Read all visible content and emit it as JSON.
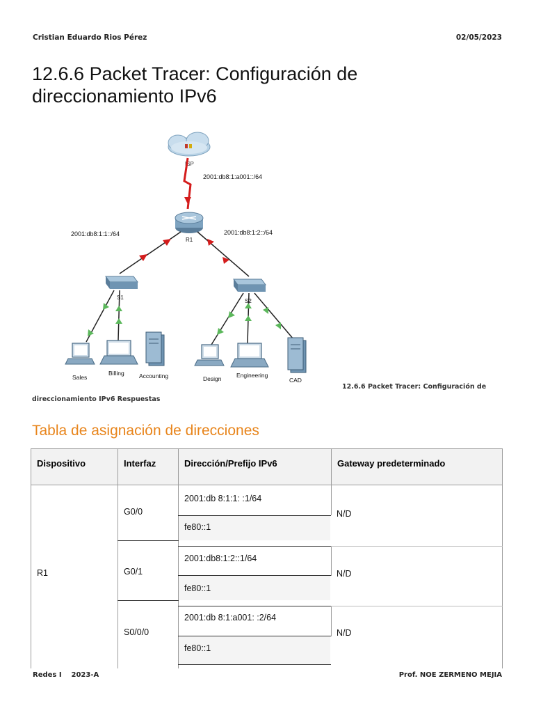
{
  "header": {
    "author": "Cristian Eduardo Rios Pérez",
    "date": "02/05/2023"
  },
  "title": "12.6.6 Packet Tracer: Configuración de direccionamiento IPv6",
  "diagram": {
    "isp_label": "ISP",
    "isp_link": "2001:db8:1:a001::/64",
    "router_label": "R1",
    "left_link": "2001:db8:1:1::/64",
    "right_link": "2001:db8:1:2::/64",
    "s1_label": "S1",
    "s2_label": "S2",
    "devices": [
      "Sales",
      "Billing",
      "Accounting",
      "Design",
      "Engineering",
      "CAD"
    ]
  },
  "caption": {
    "line1": "12.6.6 Packet Tracer: Configuración de",
    "line2": "direccionamiento IPv6 Respuestas"
  },
  "section_title": "Tabla de asignación de direcciones",
  "table": {
    "headers": [
      "Dispositivo",
      "Interfaz",
      "Dirección/Prefijo IPv6",
      "Gateway predeterminado"
    ],
    "device": "R1",
    "rows": [
      {
        "interface": "G0/0",
        "address": "2001:db 8:1:1: :1/64",
        "link_local": "fe80::1",
        "gateway": "N/D"
      },
      {
        "interface": "G0/1",
        "address": "2001:db8:1:2::1/64",
        "link_local": "fe80::1",
        "gateway": "N/D"
      },
      {
        "interface": "S0/0/0",
        "address": "2001:db 8:1:a001: :2/64",
        "link_local": "fe80::1",
        "gateway": "N/D"
      }
    ]
  },
  "footer": {
    "course": "Redes I",
    "term": "2023-A",
    "professor": "Prof. NOE ZERMENO MEJIA"
  }
}
